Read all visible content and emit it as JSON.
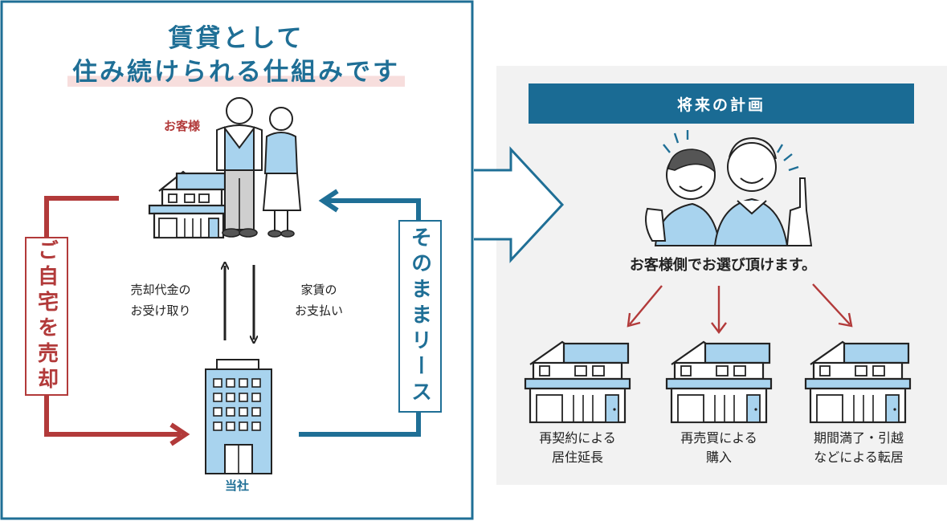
{
  "title": {
    "line1": "賃貸として",
    "line2": "住み続けられる仕組みです"
  },
  "customer_label": "お客様",
  "company_label": "当社",
  "sell_home_label": "ご自宅を売却",
  "lease_label": "そのままリース",
  "sale_proceeds_label": "売却代金の\nお受け取り",
  "rent_payment_label": "家賃の\nお支払い",
  "future_plan": {
    "heading": "将来の計画",
    "subtitle": "お客様側でお選び頂けます。",
    "options": [
      {
        "label": "再契約による\n居住延長"
      },
      {
        "label": "再売買による\n購入"
      },
      {
        "label": "期間満了・引越\nなどによる転居"
      }
    ]
  },
  "colors": {
    "blue": "#1f6f96",
    "red": "#b23a3a",
    "light_blue": "#a8d3ee",
    "panel_gray": "#f2f2f2"
  }
}
